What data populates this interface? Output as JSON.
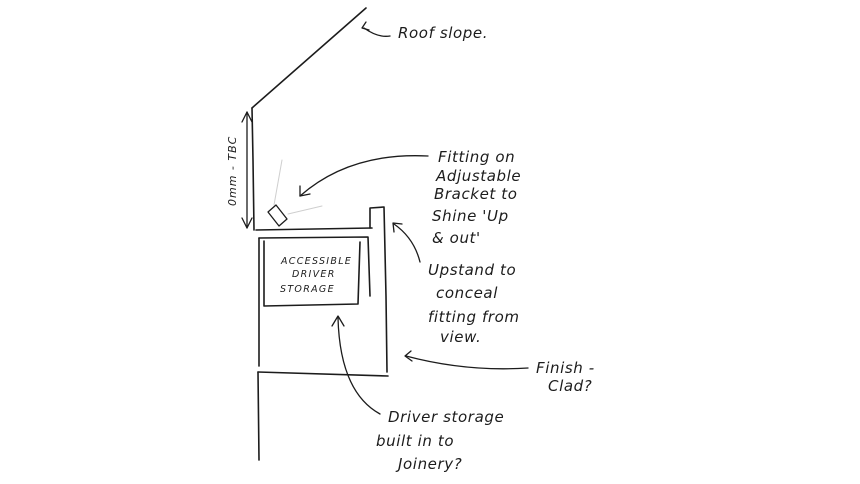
{
  "labels": {
    "roof_slope": "Roof slope.",
    "fitting_line1": "Fitting on",
    "fitting_line2": "Adjustable",
    "fitting_line3": "Bracket to",
    "fitting_line4": "Shine 'Up",
    "fitting_line5": "& out'",
    "upstand_line1": "Upstand to",
    "upstand_line2": "conceal",
    "upstand_line3": "fitting from",
    "upstand_line4": "view.",
    "finish_line1": "Finish -",
    "finish_line2": "Clad?",
    "driver_line1": "Driver storage",
    "driver_line2": "built in to",
    "driver_line3": "Joinery?",
    "dimension": "0mm - TBC",
    "box_line1": "ACCESSIBLE",
    "box_line2": "DRIVER",
    "box_line3": "STORAGE"
  }
}
